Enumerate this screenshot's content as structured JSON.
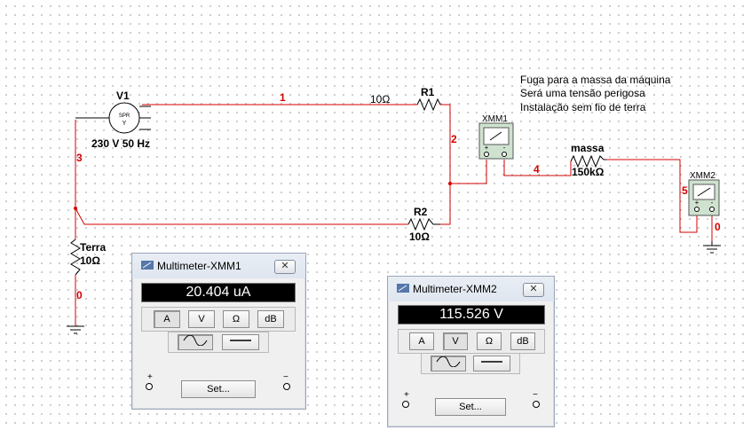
{
  "schematic": {
    "source": {
      "name": "V1",
      "rating": "230 V 50 Hz",
      "symbol": "SPR\nY"
    },
    "r1": {
      "name": "R1",
      "value": "10Ω"
    },
    "r2": {
      "name": "R2",
      "value": "10Ω"
    },
    "earth": {
      "name": "Terra",
      "value": "10Ω"
    },
    "mass": {
      "name": "massa",
      "value": "150kΩ"
    },
    "xmm1": {
      "name": "XMM1"
    },
    "xmm2": {
      "name": "XMM2"
    },
    "nets": [
      "1",
      "2",
      "3",
      "4",
      "5",
      "0",
      "0"
    ],
    "notes": [
      "Fuga para a massa da máquina",
      "Será uma tensão perigosa",
      "Instalação sem fio de terra"
    ]
  },
  "multimeter1": {
    "title": "Multimeter-XMM1",
    "close": "✕",
    "reading": "20.404 uA",
    "modes": [
      "A",
      "V",
      "Ω",
      "dB"
    ],
    "active_mode": "A",
    "set_label": "Set...",
    "plus": "+",
    "minus": "−"
  },
  "multimeter2": {
    "title": "Multimeter-XMM2",
    "close": "✕",
    "reading": "115.526 V",
    "modes": [
      "A",
      "V",
      "Ω",
      "dB"
    ],
    "active_mode": "V",
    "set_label": "Set...",
    "plus": "+",
    "minus": "−"
  },
  "colors": {
    "wire": "#d40000",
    "component": "#000000",
    "display_bg": "#000000",
    "display_fg": "#ffffff"
  }
}
